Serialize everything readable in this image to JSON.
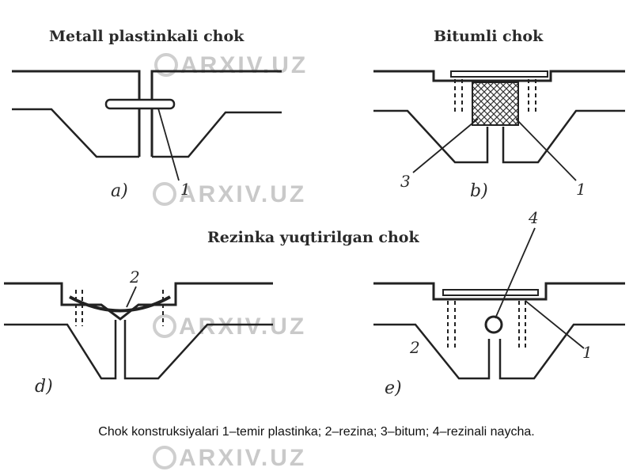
{
  "titles": {
    "metal": "Metall plastinkali chok",
    "bitumen": "Bitumli chok",
    "rubber": "Rezinka yuqtirilgan chok"
  },
  "panel_letters": {
    "a": "a)",
    "b": "b)",
    "d": "d)",
    "e": "e)"
  },
  "callouts": {
    "one": "1",
    "two": "2",
    "three": "3",
    "four": "4"
  },
  "watermark": "ARXIV.UZ",
  "caption": "Chok konstruksiyalari 1–temir plastinka; 2–rezina; 3–bitum; 4–rezinali naycha."
}
